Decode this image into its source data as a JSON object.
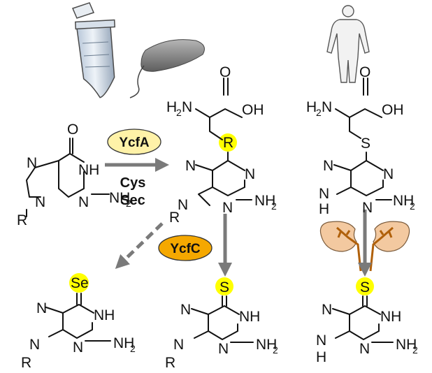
{
  "enzymes": {
    "ycfa": "YcfA",
    "ycfc": "YcfC"
  },
  "conditions": {
    "line1": "Cys",
    "line2": "Sec"
  },
  "atoms": {
    "N": "N",
    "NH": "NH",
    "NH2": "NH",
    "NH2_sub": "2",
    "O": "O",
    "OH": "OH",
    "H": "H",
    "H2N": "H",
    "H2N_sub": "2",
    "H2N_N": "N",
    "R": "R",
    "S": "S",
    "Se": "Se"
  },
  "colors": {
    "highlight_yellow": "#ffff00",
    "ycfa_bubble": "#fff2a8",
    "ycfc_bubble": "#f5a800",
    "arrow_gray": "#7a7a7a",
    "kidney_orange": "#f3c9a0",
    "kidney_brown": "#b0600a",
    "bacterium": "#7f7f7f"
  },
  "icons": {
    "tube": "microcentrifuge-tube-icon",
    "bacterium": "bacterium-icon",
    "human": "human-body-icon",
    "kidneys": "kidneys-icon"
  }
}
